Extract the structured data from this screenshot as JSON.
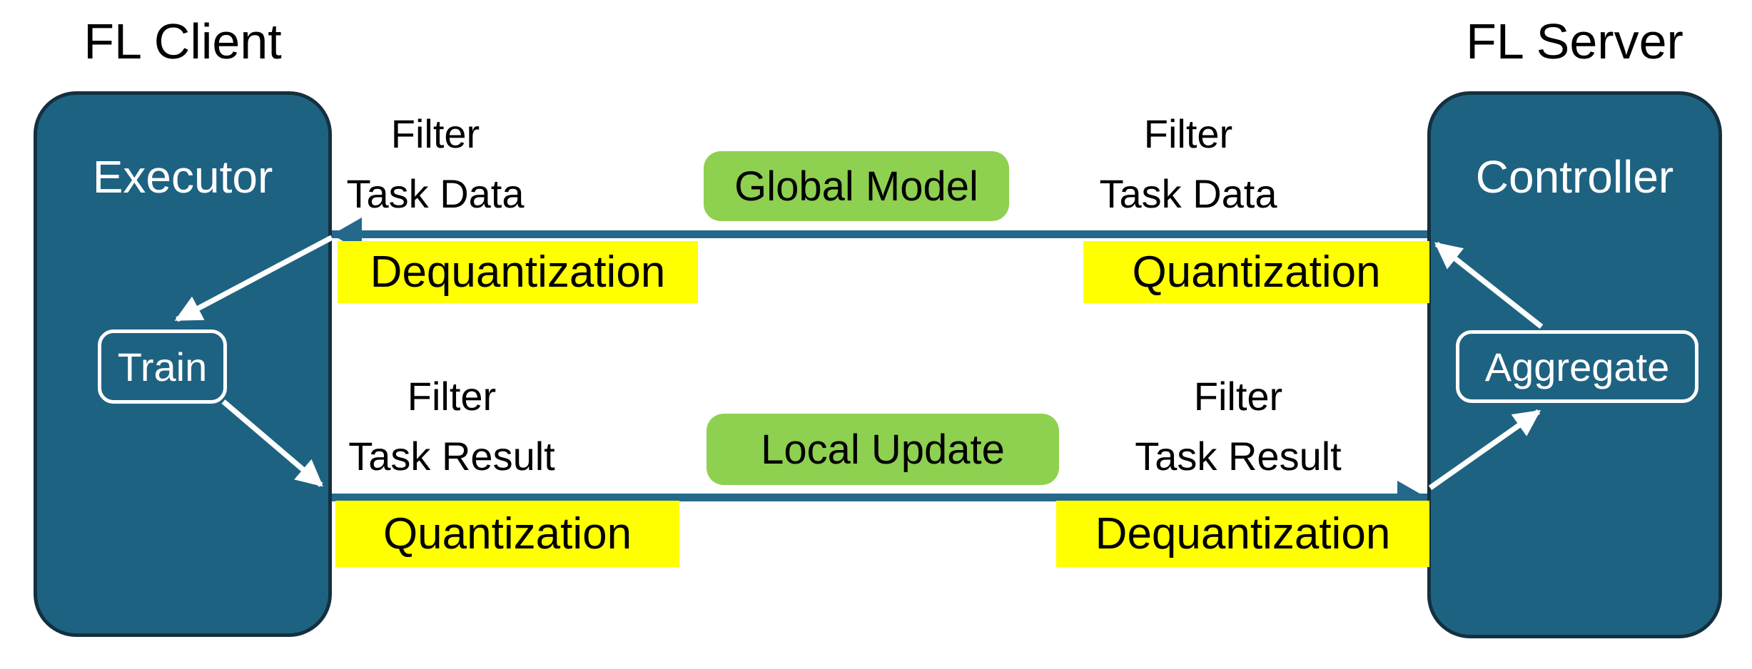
{
  "colors": {
    "box_fill": "#1e6282",
    "box_border": "#14303f",
    "line_teal": "#24688c",
    "green": "#8ed04f",
    "yellow": "#ffff00",
    "ink": "#000000",
    "paper": "#ffffff"
  },
  "client": {
    "title": "FL Client",
    "component": "Executor",
    "action": "Train"
  },
  "server": {
    "title": "FL Server",
    "component": "Controller",
    "action": "Aggregate"
  },
  "top_channel": {
    "message": "Global Model",
    "direction": "server-to-client",
    "filter_left": [
      "Filter",
      "Task Data"
    ],
    "filter_right": [
      "Filter",
      "Task Data"
    ],
    "process_left": "Dequantization",
    "process_right": "Quantization"
  },
  "bottom_channel": {
    "message": "Local Update",
    "direction": "client-to-server",
    "filter_left": [
      "Filter",
      "Task Result"
    ],
    "filter_right": [
      "Filter",
      "Task Result"
    ],
    "process_left": "Quantization",
    "process_right": "Dequantization"
  }
}
